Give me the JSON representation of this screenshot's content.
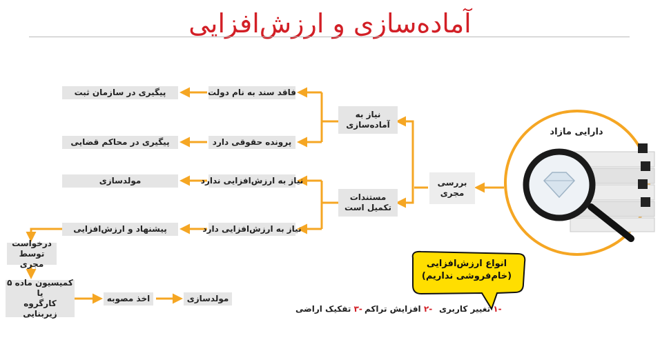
{
  "title": "آماده‌سازی و ارزش‌افزایی",
  "asset": {
    "label": "دارایی مازاد"
  },
  "root": {
    "label": "بررسی\nمجری"
  },
  "branches": {
    "prep": "نیاز به\nآماده‌سازی",
    "complete": "مستندات\nتکمیل است"
  },
  "rows": [
    {
      "condition": "فاقد سند به نام دولت",
      "action": "پیگیری در سازمان ثبت"
    },
    {
      "condition": "پرونده حقوقی دارد",
      "action": "پیگیری در محاکم قضایی"
    },
    {
      "condition": "نیاز به ارزش‌افزایی ندارد",
      "action": "مولدسازی"
    },
    {
      "condition": "نیاز به ارزش‌افزایی دارد",
      "action": "پیشنهاد و ارزش‌افزایی"
    }
  ],
  "flow": {
    "request": "درخواست توسط\nمجری",
    "commission": "کمیسیون ماده ۵\nیا\nکارگروه زیربنایی",
    "approval": "اخذ مصوبه",
    "final": "مولدسازی"
  },
  "bubble": "انواع ارزش‌افزایی\n(خام‌فروشی نداریم)",
  "legend": [
    {
      "num": "-۱",
      "text": "تغییر کاربری"
    },
    {
      "num": "-۲",
      "text": "افزایش تراکم"
    },
    {
      "num": "-۳",
      "text": "تفکیک اراضی"
    }
  ],
  "colors": {
    "accent": "#f5a623",
    "title": "#d21f26",
    "box": "#e5e5e5",
    "bubble": "#ffde00"
  }
}
